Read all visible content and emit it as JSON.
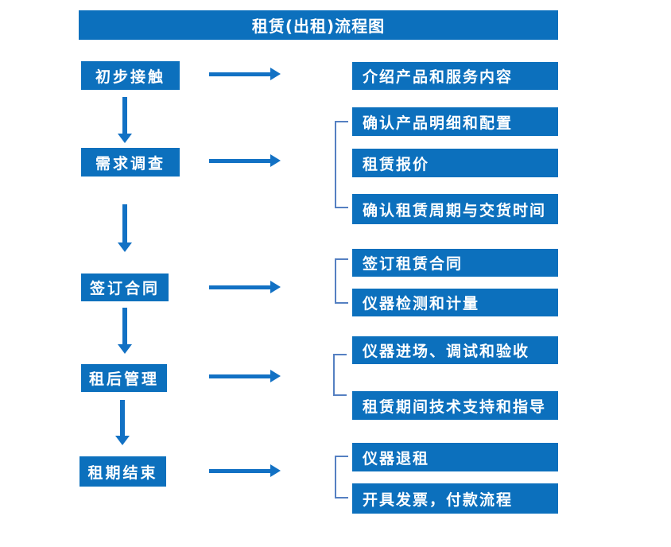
{
  "title": "租赁(出租)流程图",
  "stages": [
    {
      "label": "初步接触",
      "outputs": [
        "介绍产品和服务内容"
      ]
    },
    {
      "label": "需求调查",
      "outputs": [
        "确认产品明细和配置",
        "租赁报价",
        "确认租赁周期与交货时间"
      ]
    },
    {
      "label": "签订合同",
      "outputs": [
        "签订租赁合同",
        "仪器检测和计量"
      ]
    },
    {
      "label": "租后管理",
      "outputs": [
        "仪器进场、调试和验收",
        "租赁期间技术支持和指导"
      ]
    },
    {
      "label": "租期结束",
      "outputs": [
        "仪器退租",
        "开具发票，付款流程"
      ]
    }
  ],
  "colors": {
    "box_blue": "#0c70bd",
    "arrow_blue": "#1271c4",
    "bracket_blue": "#5580c2",
    "text": "#ffffff",
    "background": "#ffffff"
  }
}
